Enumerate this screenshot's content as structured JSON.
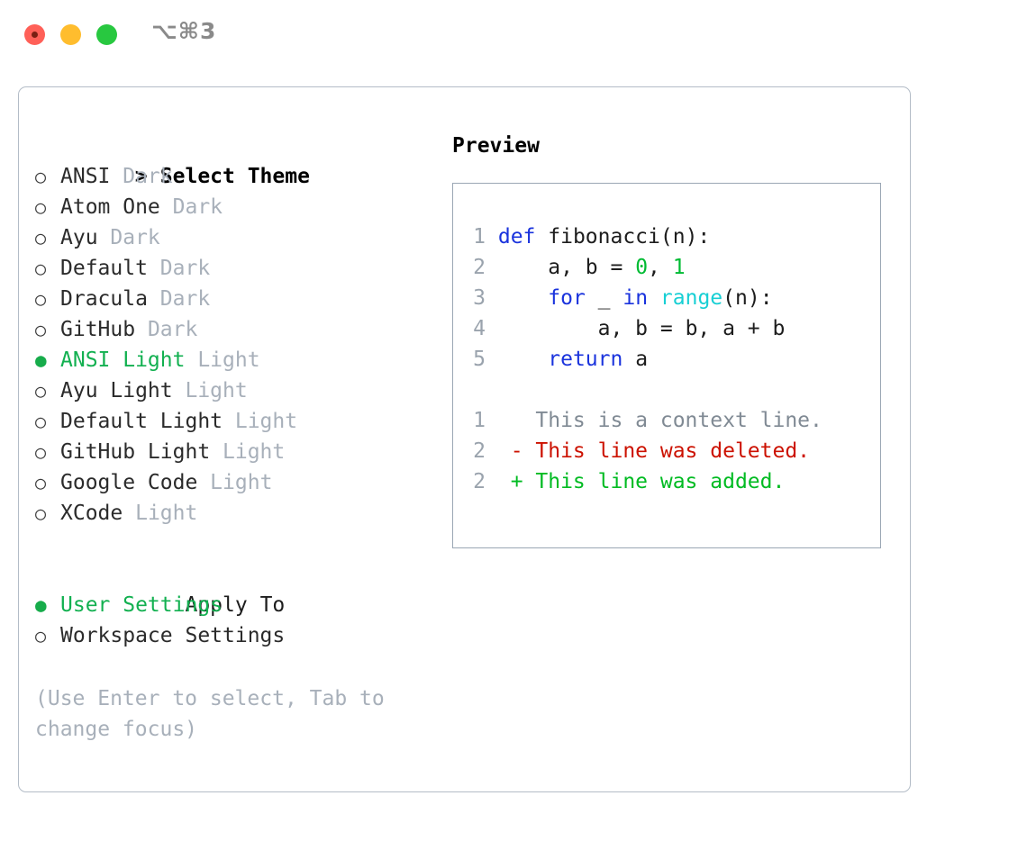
{
  "titlebar": {
    "shortcut": "⌥⌘3",
    "buttons": {
      "close": "close-button",
      "minimize": "minimize-button",
      "maximize": "maximize-button"
    }
  },
  "theme_picker": {
    "header_marker": ">",
    "header_label": "Select Theme",
    "unselected_marker": "○",
    "selected_marker": "●",
    "items": [
      {
        "name": "ANSI",
        "variant": "Dark",
        "selected": false
      },
      {
        "name": "Atom One",
        "variant": "Dark",
        "selected": false
      },
      {
        "name": "Ayu",
        "variant": "Dark",
        "selected": false
      },
      {
        "name": "Default",
        "variant": "Dark",
        "selected": false
      },
      {
        "name": "Dracula",
        "variant": "Dark",
        "selected": false
      },
      {
        "name": "GitHub",
        "variant": "Dark",
        "selected": false
      },
      {
        "name": "ANSI Light",
        "variant": "Light",
        "selected": true
      },
      {
        "name": "Ayu Light",
        "variant": "Light",
        "selected": false
      },
      {
        "name": "Default Light",
        "variant": "Light",
        "selected": false
      },
      {
        "name": "GitHub Light",
        "variant": "Light",
        "selected": false
      },
      {
        "name": "Google Code",
        "variant": "Light",
        "selected": false
      },
      {
        "name": "XCode",
        "variant": "Light",
        "selected": false
      }
    ]
  },
  "apply_to": {
    "title": "Apply To",
    "items": [
      {
        "name": "User Settings",
        "selected": true
      },
      {
        "name": "Workspace Settings",
        "selected": false
      }
    ]
  },
  "hint": "(Use Enter to select, Tab to change focus)",
  "preview": {
    "title": "Preview",
    "code_lines": [
      {
        "no": "1",
        "tokens": [
          {
            "t": "def",
            "c": "kw"
          },
          {
            "t": " fibonacci(n):",
            "c": "ctext"
          }
        ]
      },
      {
        "no": "2",
        "tokens": [
          {
            "t": "    a, b = ",
            "c": "ctext"
          },
          {
            "t": "0",
            "c": "num"
          },
          {
            "t": ", ",
            "c": "ctext"
          },
          {
            "t": "1",
            "c": "num"
          }
        ]
      },
      {
        "no": "3",
        "tokens": [
          {
            "t": "    ",
            "c": "ctext"
          },
          {
            "t": "for",
            "c": "kw"
          },
          {
            "t": " _ ",
            "c": "ctext"
          },
          {
            "t": "in",
            "c": "kw"
          },
          {
            "t": " ",
            "c": "ctext"
          },
          {
            "t": "range",
            "c": "bi"
          },
          {
            "t": "(n):",
            "c": "ctext"
          }
        ]
      },
      {
        "no": "4",
        "tokens": [
          {
            "t": "        a, b = b, a + b",
            "c": "ctext"
          }
        ]
      },
      {
        "no": "5",
        "tokens": [
          {
            "t": "    ",
            "c": "ctext"
          },
          {
            "t": "return",
            "c": "kw"
          },
          {
            "t": " a",
            "c": "ctext"
          }
        ]
      }
    ],
    "diff_lines": [
      {
        "no": "1",
        "sign": " ",
        "text": "This is a context line.",
        "kind": "diff-ctx"
      },
      {
        "no": "2",
        "sign": "-",
        "text": "This line was deleted.",
        "kind": "diff-del"
      },
      {
        "no": "2",
        "sign": "+",
        "text": "This line was added.",
        "kind": "diff-add"
      }
    ]
  },
  "colors": {
    "accent_green": "#12b050",
    "keyword_blue": "#1a33dd",
    "builtin_cyan": "#17cfd4",
    "number_green": "#00bb33",
    "diff_red": "#cc1100",
    "diff_green": "#00bb22",
    "muted_gray": "#a8b0ba",
    "border": "#b3bcc7"
  }
}
